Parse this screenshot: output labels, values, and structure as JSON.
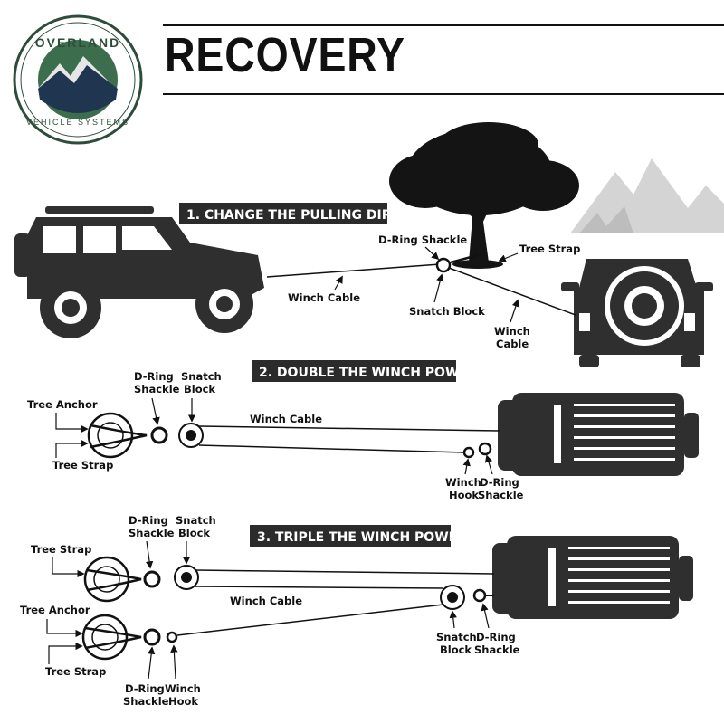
{
  "title": "RECOVERY TECHNIQUES",
  "logo": {
    "brand": "OVERLAND",
    "sub": "VEHICLE SYSTEMS"
  },
  "sections": [
    {
      "heading": "1. CHANGE THE PULLING DIRECTION"
    },
    {
      "heading": "2. DOUBLE THE WINCH POWER"
    },
    {
      "heading": "3. TRIPLE THE WINCH POWER"
    }
  ],
  "labels": {
    "s1": {
      "dring": "D-Ring Shackle",
      "tree_strap": "Tree Strap",
      "winch_cable": "Winch Cable",
      "snatch_block": "Snatch Block",
      "winch_cable2_a": "Winch",
      "winch_cable2_b": "Cable"
    },
    "s2": {
      "dring_a": "D-Ring",
      "dring_b": "Shackle",
      "snatch_a": "Snatch",
      "snatch_b": "Block",
      "tree_anchor": "Tree Anchor",
      "tree_strap": "Tree Strap",
      "winch_cable": "Winch Cable",
      "hook_a": "Winch",
      "hook_b": "Hook",
      "dring2_a": "D-Ring",
      "dring2_b": "Shackle"
    },
    "s3": {
      "dring_a": "D-Ring",
      "dring_b": "Shackle",
      "snatch_a": "Snatch",
      "snatch_b": "Block",
      "tree_strap": "Tree Strap",
      "tree_anchor": "Tree Anchor",
      "tree_strap2": "Tree Strap",
      "winch_cable": "Winch Cable",
      "snatch2_a": "Snatch",
      "snatch2_b": "Block",
      "dring2_a": "D-Ring",
      "dring2_b": "Shackle",
      "dring3_a": "D-Ring",
      "dring3_b": "Shackle",
      "hook_a": "Winch",
      "hook_b": "Hook"
    }
  },
  "colors": {
    "ink": "#111111",
    "vehicle": "#2f2f2f",
    "logo_green": "#2d4d3a",
    "mountain_gray": "#cfcfcf"
  }
}
